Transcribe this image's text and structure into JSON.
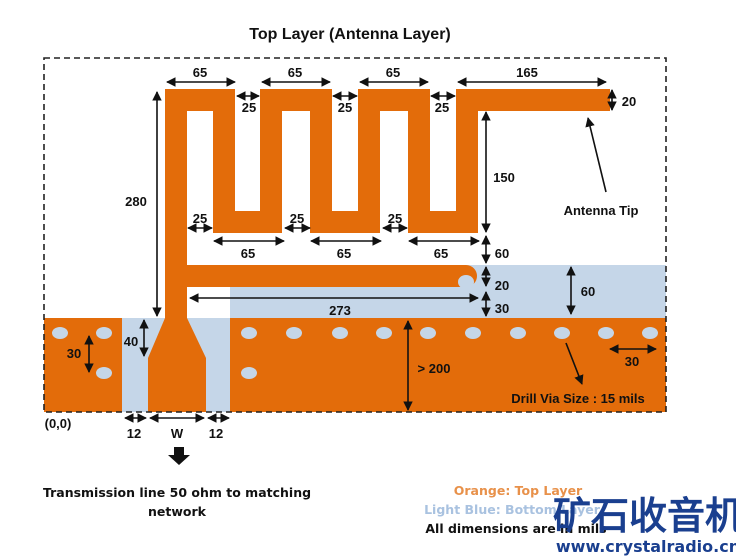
{
  "title": "Top Layer (Antenna Layer)",
  "colors": {
    "top_layer": "#e36c0a",
    "bottom_layer": "#c5d6e8",
    "via": "#c5d6e8"
  },
  "dims": {
    "top_a": "65",
    "top_b": "65",
    "top_c": "65",
    "top_d": "165",
    "tip_width": "20",
    "gap_top_1": "25",
    "gap_top_2": "25",
    "gap_top_3": "25",
    "height_280": "280",
    "height_150": "150",
    "gap_bot_1": "25",
    "gap_bot_2": "25",
    "gap_bot_3": "25",
    "bot_a": "65",
    "bot_b": "65",
    "bot_c": "65",
    "gap_60": "60",
    "arm_20": "20",
    "arm_30": "30",
    "blue_60": "60",
    "arm_273": "273",
    "via_pitch_v": "30",
    "feed_40": "40",
    "ground_200": "> 200",
    "via_pitch_h": "30",
    "slot_left": "12",
    "feed_w": "W",
    "slot_right": "12"
  },
  "annotations": {
    "antenna_tip": "Antenna Tip",
    "drill_via": "Drill Via Size : 15 mils",
    "origin": "(0,0)"
  },
  "caption": {
    "line1": "Transmission line 50 ohm to matching",
    "line2": "network"
  },
  "legend": {
    "orange": "Orange: Top Layer",
    "blue": "Light Blue: Bottom Layer",
    "units": "All dimensions are in mils"
  },
  "watermark": {
    "cn": "矿石收音机",
    "url": "www.crystalradio.cn"
  }
}
